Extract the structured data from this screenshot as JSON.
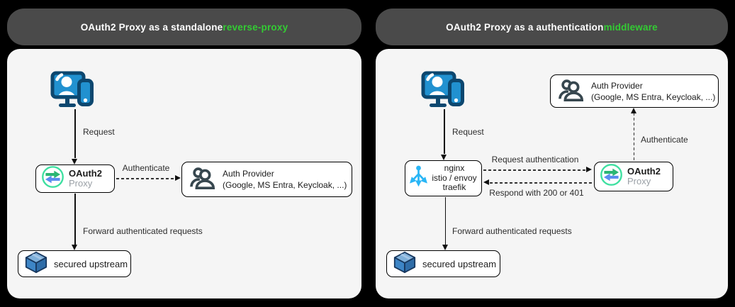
{
  "panels": {
    "left": {
      "title_prefix": "OAuth2 Proxy as a standalone ",
      "title_highlight": "reverse-proxy",
      "edges": {
        "request": "Request",
        "authenticate": "Authenticate",
        "forward": "Forward authenticated requests"
      },
      "nodes": {
        "client": {
          "icon": "user-devices-icon"
        },
        "oauth2": {
          "title": "OAuth2",
          "subtitle": "Proxy",
          "icon": "oauth2-proxy-logo"
        },
        "auth_provider": {
          "line1": "Auth Provider",
          "line2": "(Google, MS Entra, Keycloak, ...)",
          "icon": "users-icon"
        },
        "upstream": {
          "label": "secured upstream",
          "icon": "cube-icon"
        }
      }
    },
    "right": {
      "title_prefix": "OAuth2 Proxy as a authentication ",
      "title_highlight": "middleware",
      "edges": {
        "request": "Request",
        "request_authentication": "Request authentication",
        "respond": "Respond with 200 or 401",
        "authenticate": "Authenticate",
        "forward": "Forward authenticated requests"
      },
      "nodes": {
        "client": {
          "icon": "user-devices-icon"
        },
        "gateway": {
          "line1": "nginx",
          "line2": "istio / envoy",
          "line3": "traefik",
          "icon": "traffic-split-icon"
        },
        "oauth2": {
          "title": "OAuth2",
          "subtitle": "Proxy",
          "icon": "oauth2-proxy-logo"
        },
        "auth_provider": {
          "line1": "Auth Provider",
          "line2": "(Google, MS Entra, Keycloak, ...)",
          "icon": "users-icon"
        },
        "upstream": {
          "label": "secured upstream",
          "icon": "cube-icon"
        }
      }
    }
  },
  "colors": {
    "background": "#000000",
    "titlebar_bg": "#4a4a4a",
    "title_text": "#ffffff",
    "title_highlight_green": "#33cc33",
    "panel_bg": "#f5f5f5",
    "node_border": "#000000",
    "client_blue": "#2191d0",
    "client_navy": "#0c476f",
    "gateway_cyan": "#29b6f6",
    "provider_slate": "#37474f",
    "logo_ring_green": "#3fe0a1",
    "logo_arrow_green": "#2bb673",
    "logo_arrow_blue": "#5b8def",
    "cube_blue": "#3d85c6"
  }
}
